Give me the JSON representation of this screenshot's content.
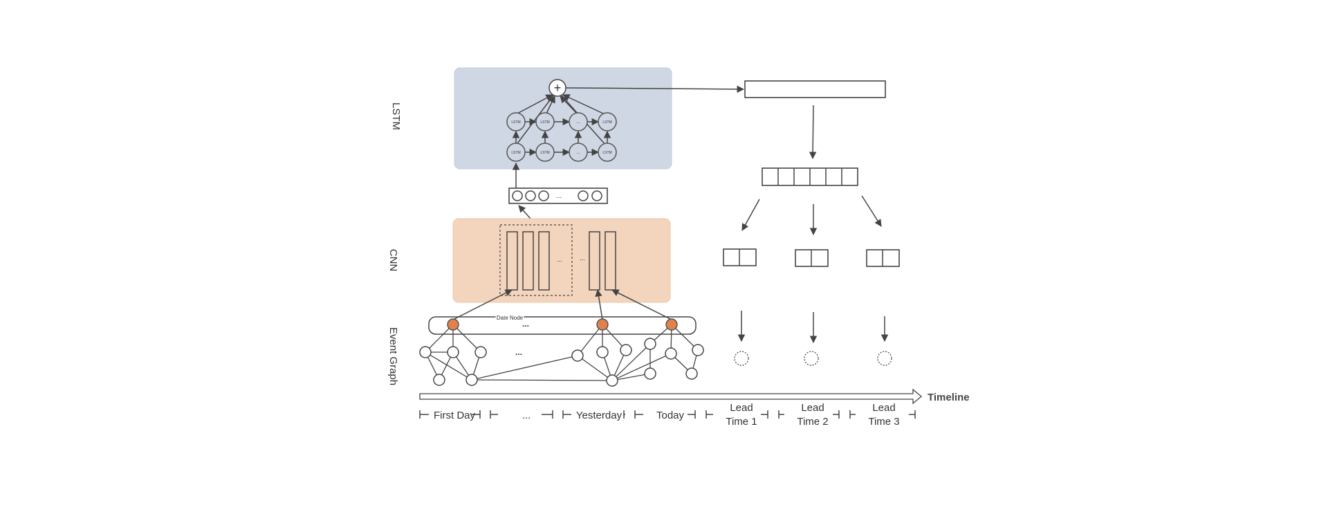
{
  "colors": {
    "lstm_panel": "#d0d7e4",
    "cnn_panel": "#f3d4bd",
    "date_node": "#e0824d",
    "line": "#444444"
  },
  "layers": {
    "lstm": "LSTM",
    "cnn": "CNN",
    "event_graph": "Event Graph"
  },
  "lstm_block": {
    "sum_symbol": "+",
    "cell_label": "LSTM",
    "ellipsis": "..."
  },
  "feature_vector": {
    "ellipsis": "..."
  },
  "cnn_block": {
    "ellipsis_1": "...",
    "ellipsis_2": "..."
  },
  "event_graph": {
    "date_node_label": "Date Node",
    "date_ellipsis": "...",
    "graph_ellipsis": "..."
  },
  "timeline": {
    "label": "Timeline",
    "segments": [
      {
        "line1": "First Day",
        "line2": ""
      },
      {
        "line1": "...",
        "line2": ""
      },
      {
        "line1": "Yesterday",
        "line2": ""
      },
      {
        "line1": "Today",
        "line2": ""
      },
      {
        "line1": "Lead",
        "line2": "Time 1"
      },
      {
        "line1": "Lead",
        "line2": "Time 2"
      },
      {
        "line1": "Lead",
        "line2": "Time 3"
      }
    ]
  }
}
